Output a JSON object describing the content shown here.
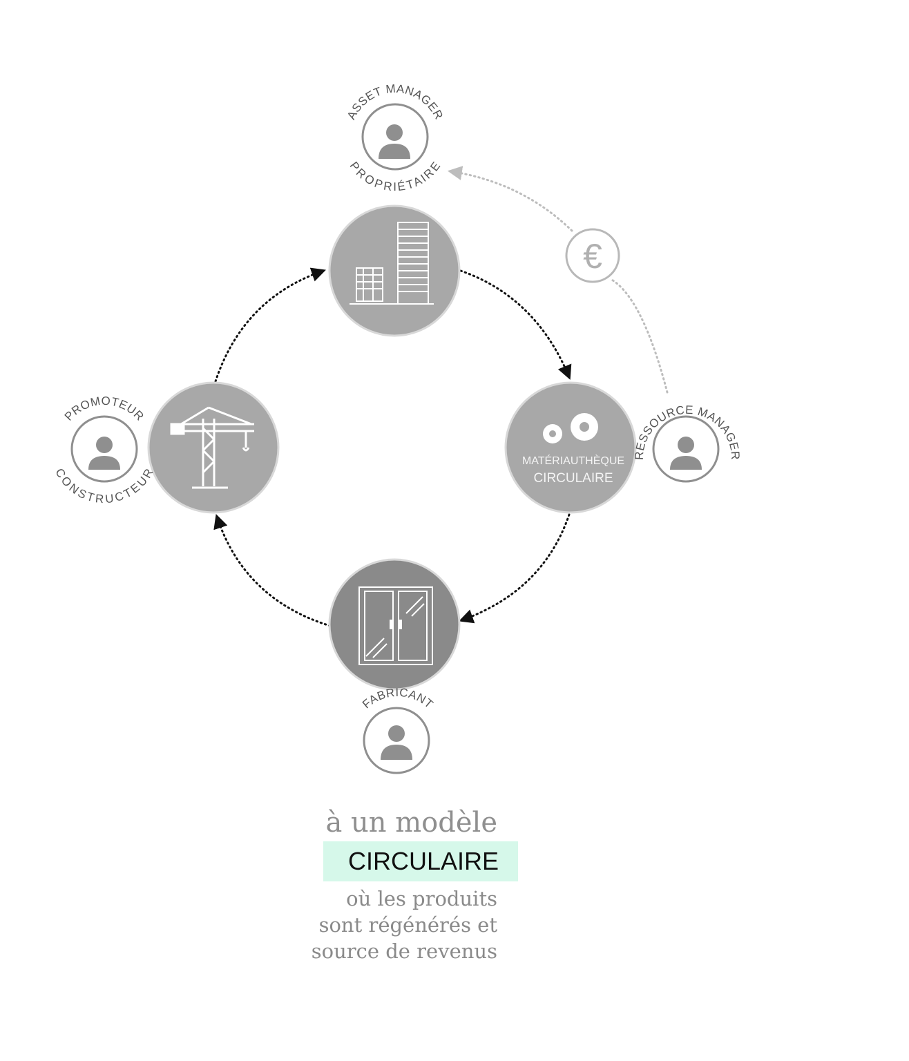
{
  "diagram": {
    "actors": {
      "asset_manager": {
        "top": "ASSET MANAGER",
        "bottom": "PROPRIÉTAIRE"
      },
      "promoteur": {
        "top": "PROMOTEUR",
        "bottom": "CONSTRUCTEUR"
      },
      "ressource": {
        "top": "RESSOURCE MANAGER"
      },
      "fabricant": {
        "top": "FABRICANT"
      }
    },
    "hub": {
      "line1": "MATÉRIAUTHÈQUE",
      "line2": "CIRCULAIRE"
    },
    "money_symbol": "€"
  },
  "caption": {
    "line1": "à un modèle",
    "highlight": "CIRCULAIRE",
    "highlight_color": "#d6f8ea",
    "body": [
      "où les produits",
      "sont régénérés et",
      "source de revenus"
    ]
  }
}
